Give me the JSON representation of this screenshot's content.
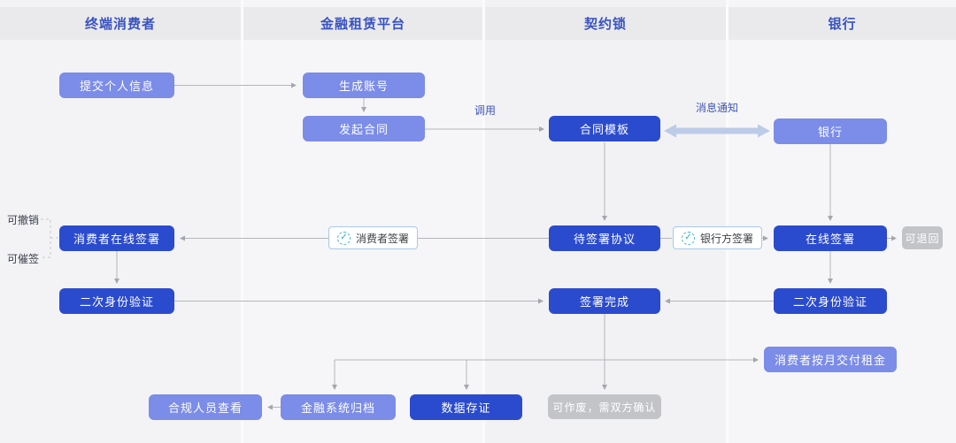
{
  "header": {
    "columns": [
      "终端消费者",
      "金融租赁平台",
      "契约锁",
      "银行"
    ]
  },
  "nodes": {
    "submit_info": "提交个人信息",
    "create_account": "生成账号",
    "initiate_contract": "发起合同",
    "contract_template": "合同模板",
    "bank": "银行",
    "consumer_online_sign": "消费者在线签署",
    "pending_agreement": "待签署协议",
    "online_sign": "在线签署",
    "returnable": "可退回",
    "identity_verify_left": "二次身份验证",
    "sign_complete": "签署完成",
    "identity_verify_right": "二次身份验证",
    "monthly_rent": "消费者按月交付租金",
    "compliance_view": "合规人员查看",
    "finance_archive": "金融系统归档",
    "data_evidence": "数据存证",
    "voidable": "可作废，需双方确认"
  },
  "badges": {
    "consumer_sign": "消费者签署",
    "bank_sign": "银行方签署",
    "check_glyph": "✓"
  },
  "edge_labels": {
    "call": "调用",
    "notify": "消息通知"
  },
  "side_labels": {
    "revocable": "可撤销",
    "urge_sign": "可催签"
  },
  "colors": {
    "node_dark": "#2b4bce",
    "node_medium": "#7b8ce9",
    "node_gray": "#c3c4c7",
    "header_text": "#3852c0",
    "connector": "#b4b6ba",
    "double_arrow": "#bccbe8",
    "badge_border": "#a9c8e8",
    "check_teal": "#1fadc4"
  }
}
